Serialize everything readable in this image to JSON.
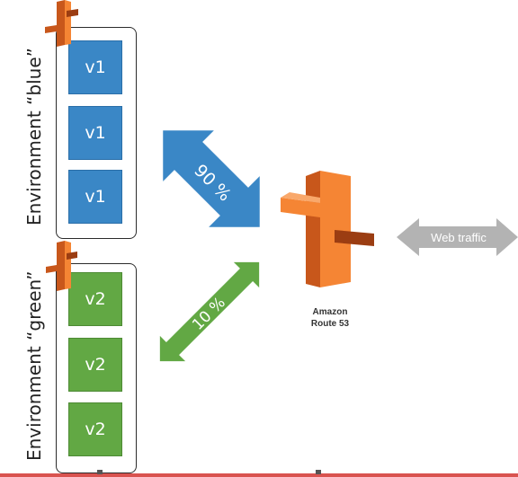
{
  "environments": {
    "blue": {
      "label": "Environment “blue”",
      "versions": [
        "v1",
        "v1",
        "v1"
      ],
      "color": "#3a87c6"
    },
    "green": {
      "label": "Environment “green”",
      "versions": [
        "v2",
        "v2",
        "v2"
      ],
      "color": "#62a844"
    }
  },
  "traffic_split": {
    "blue_percent": "90 %",
    "green_percent": "10 %"
  },
  "route53": {
    "name_line1": "Amazon",
    "name_line2": "Route 53",
    "color": "#f58534"
  },
  "web_traffic": {
    "label": "Web traffic",
    "color": "#b3b3b3"
  },
  "icons": [
    "aws-beanstalk-icon",
    "route53-icon"
  ]
}
